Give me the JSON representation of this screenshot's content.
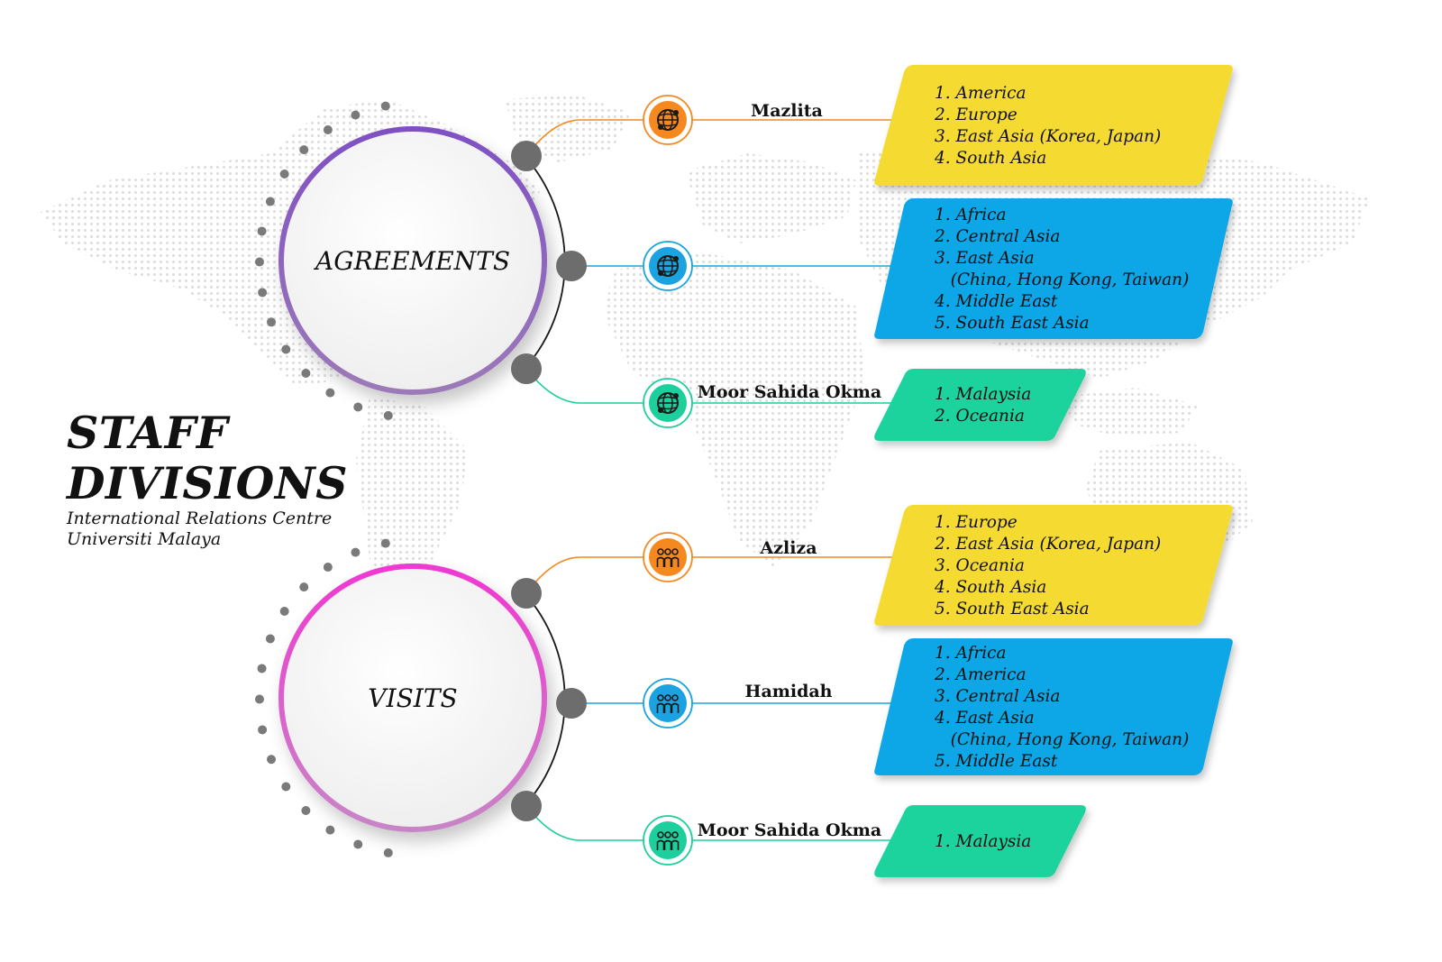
{
  "title": {
    "line1": "STAFF",
    "line2": "DIVISIONS",
    "subtitle1": "International Relations Centre",
    "subtitle2": "Universiti Malaya"
  },
  "colors": {
    "orange": "#f5891f",
    "blue": "#1aa3e0",
    "green": "#1ccf9c",
    "card_yellow": "#f5da32",
    "card_blue": "#10a6e6",
    "card_green": "#1fd39e",
    "agreements_ring": "#8e5bc9",
    "visits_ring": "#ee4ccc"
  },
  "hubs": [
    {
      "label": "AGREEMENTS",
      "ring_color": "#8e5bc9",
      "icon": "globe-icon",
      "branches": [
        {
          "person": "Mazlita",
          "color": "orange",
          "card_color": "yellow",
          "items": [
            "1. America",
            "2. Europe",
            "3. East Asia (Korea, Japan)",
            "4. South Asia"
          ]
        },
        {
          "person": "",
          "color": "blue",
          "card_color": "blue",
          "items": [
            "1. Africa",
            "2. Central Asia",
            "3. East Asia",
            "   (China, Hong Kong, Taiwan)",
            "4. Middle East",
            "5. South East Asia"
          ]
        },
        {
          "person": "Moor Sahida Okma",
          "color": "green",
          "card_color": "green",
          "items": [
            "1. Malaysia",
            "2. Oceania"
          ]
        }
      ]
    },
    {
      "label": "VISITS",
      "ring_color": "#ee4ccc",
      "icon": "people-group-icon",
      "branches": [
        {
          "person": "Azliza",
          "color": "orange",
          "card_color": "yellow",
          "items": [
            "1. Europe",
            "2. East Asia (Korea, Japan)",
            "3. Oceania",
            "4. South Asia",
            "5. South East Asia"
          ]
        },
        {
          "person": "Hamidah",
          "color": "blue",
          "card_color": "blue",
          "items": [
            "1. Africa",
            "2. America",
            "3. Central Asia",
            "4. East Asia",
            "   (China, Hong Kong, Taiwan)",
            "5. Middle East"
          ]
        },
        {
          "person": "Moor Sahida Okma",
          "color": "green",
          "card_color": "green",
          "items": [
            "1. Malaysia"
          ]
        }
      ]
    }
  ]
}
